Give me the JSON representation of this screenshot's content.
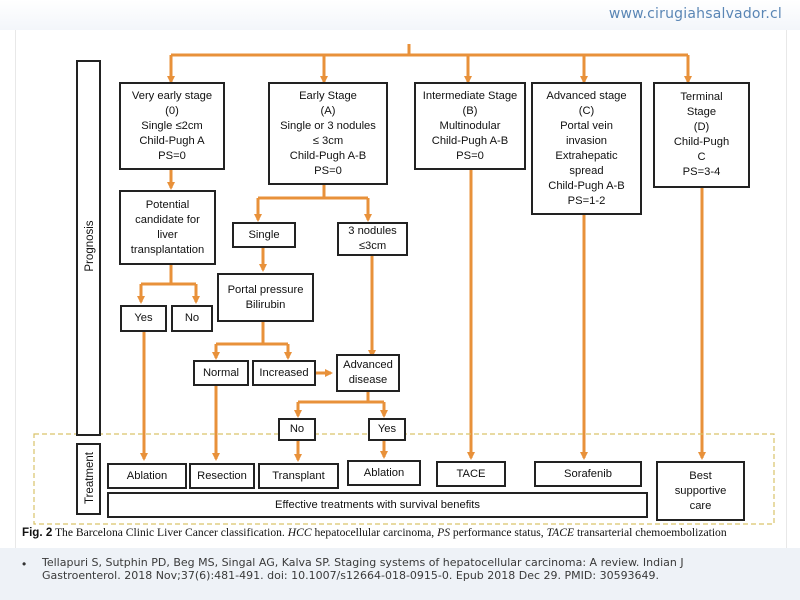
{
  "header": {
    "watermark": "www.cirugiahsalvador.cl"
  },
  "diagram": {
    "side_labels": {
      "prognosis": "Prognosis",
      "treatment": "Treatment"
    },
    "stages": {
      "very_early": "Very early stage\n(0)\nSingle ≤2cm\nChild-Pugh A\nPS=0",
      "early": "Early Stage\n(A)\nSingle or 3 nodules\n≤ 3cm\nChild-Pugh A-B\nPS=0",
      "intermediate": "Intermediate Stage\n(B)\nMultinodular\nChild-Pugh A-B\nPS=0",
      "advanced": "Advanced stage\n(C)\nPortal vein\ninvasion\nExtrahepatic\nspread\nChild-Pugh A-B\nPS=1-2",
      "terminal": "Terminal\nStage\n(D)\nChild-Pugh\nC\nPS=3-4"
    },
    "nodes": {
      "candidate": "Potential\ncandidate for\nliver\ntransplantation",
      "yes_1": "Yes",
      "no_1": "No",
      "single": "Single",
      "three_nodules": "3 nodules\n≤3cm",
      "portal_pressure": "Portal pressure\nBilirubin",
      "normal": "Normal",
      "increased": "Increased",
      "advanced_disease": "Advanced\ndisease",
      "no_2": "No",
      "yes_2": "Yes"
    },
    "treatments": {
      "ablation_1": "Ablation",
      "resection": "Resection",
      "transplant": "Transplant",
      "ablation_2": "Ablation",
      "tace": "TACE",
      "sorafenib": "Sorafenib",
      "best_supportive_care": "Best\nsupportive\ncare"
    },
    "survival_bar": "Effective treatments with survival benefits",
    "colors": {
      "arrow": "#e8913a",
      "box_border": "#222222",
      "dashed_border": "#d9c36a"
    }
  },
  "caption": {
    "label": "Fig. 2",
    "text_1": " The Barcelona Clinic Liver Cancer classification. ",
    "abbr_1": "HCC",
    "text_2": " hepatocellular carcinoma, ",
    "abbr_2": "PS",
    "text_3": " performance status, ",
    "abbr_3": "TACE",
    "text_4": " transarterial chemoembolization"
  },
  "footer": {
    "bullet": "•",
    "reference": "Tellapuri S, Sutphin PD, Beg MS, Singal AG, Kalva SP. Staging systems of hepatocellular carcinoma: A review. Indian J Gastroenterol. 2018 Nov;37(6):481-491. doi: 10.1007/s12664-018-0915-0. Epub 2018 Dec 29. PMID: 30593649."
  }
}
